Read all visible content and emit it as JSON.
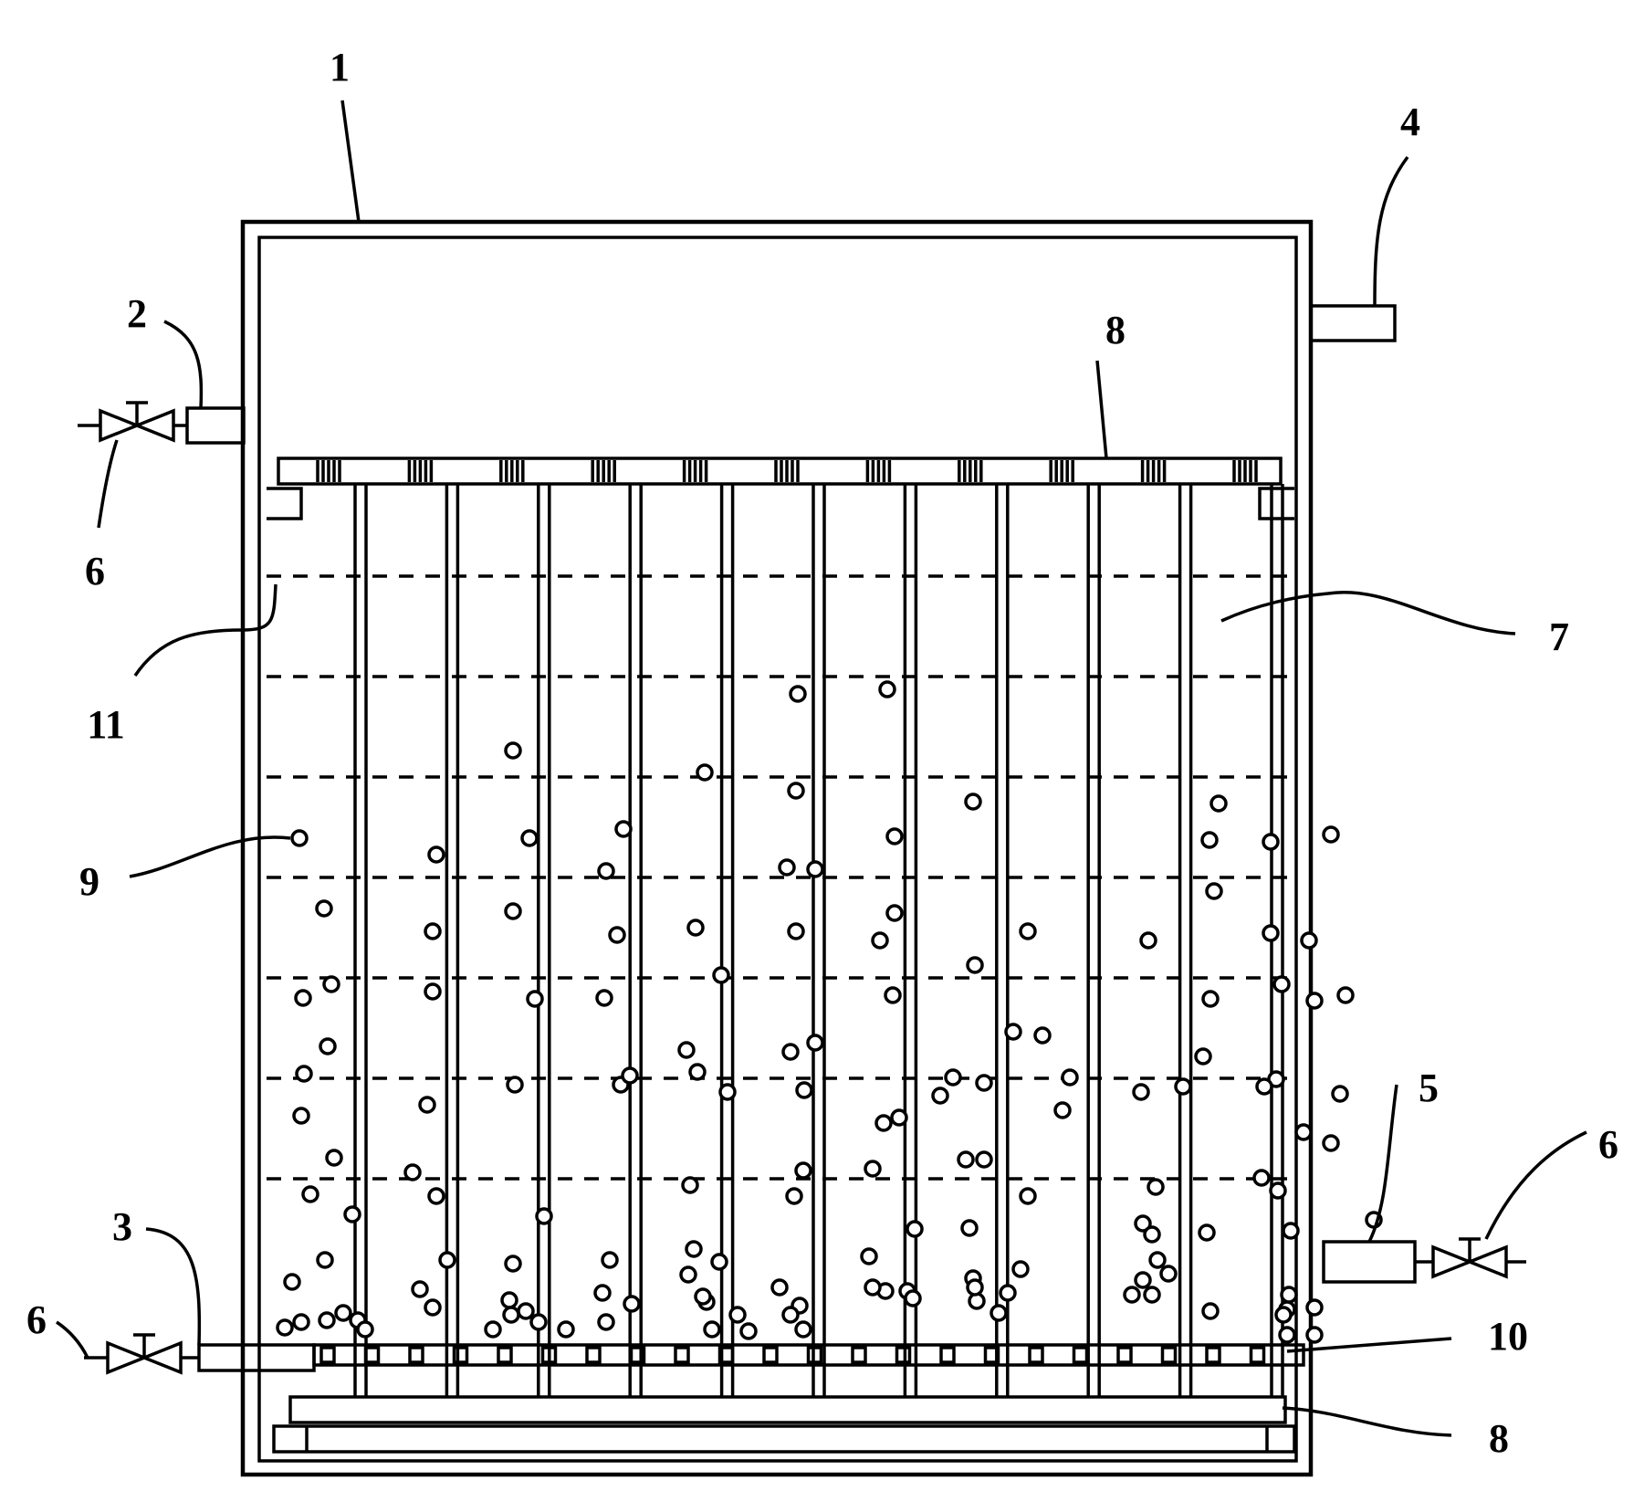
{
  "diagram": {
    "labels": {
      "tank": "1",
      "inlet_pipe": "2",
      "aeration_pipe": "3",
      "gas_outlet": "4",
      "drain_pipe": "5",
      "valve_left_top": "6",
      "valve_left_bottom": "6",
      "valve_right": "6",
      "membrane_fiber": "7",
      "header_top": "8",
      "header_bottom": "8",
      "bubble": "9",
      "aerator_plate": "10",
      "baffle": "11"
    },
    "membrane_count": 11,
    "baffle_rows": 7,
    "colors": {
      "line": "#000000",
      "background": "#ffffff"
    }
  }
}
